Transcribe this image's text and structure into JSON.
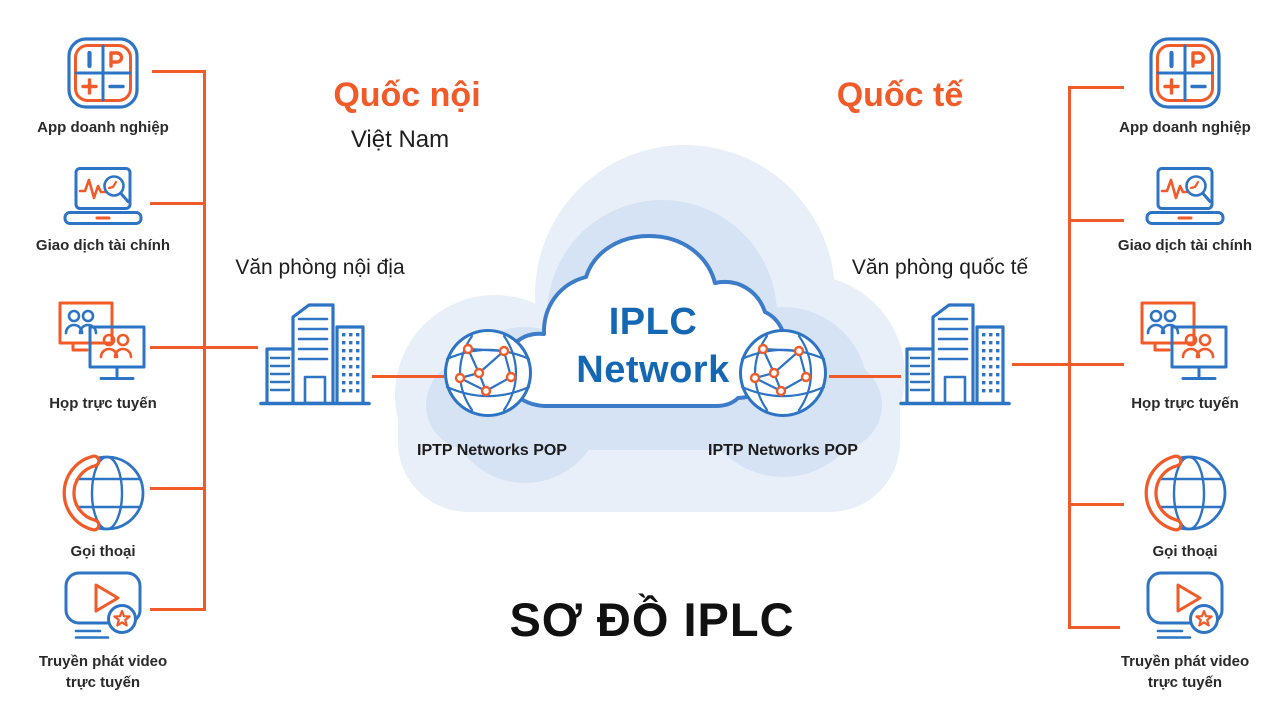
{
  "diagram_title": "SƠ ĐỒ IPLC",
  "left_region": {
    "heading": "Quốc nội",
    "subheading": "Việt Nam",
    "office": "Văn phòng nội địa",
    "pop": "IPTP Networks POP"
  },
  "right_region": {
    "heading": "Quốc tế",
    "office": "Văn phòng quốc tế",
    "pop": "IPTP Networks POP"
  },
  "cloud": {
    "name_line1": "IPLC",
    "name_line2": "Network"
  },
  "services": [
    {
      "label": "App doanh nghiệp",
      "icon": "ip-app-icon"
    },
    {
      "label": "Giao dịch tài chính",
      "icon": "finance-trading-icon"
    },
    {
      "label": "Họp trực tuyến",
      "icon": "online-meeting-icon"
    },
    {
      "label": "Gọi thoại",
      "icon": "voice-call-icon"
    },
    {
      "label": "Truyền phát video trực tuyến",
      "icon": "video-streaming-icon"
    }
  ],
  "colors": {
    "orange": "#F15A29",
    "blue": "#2E74C4",
    "cloud_border": "#3D7CC8",
    "cloud_text": "#1467B2",
    "cloud_light": "#E9EFF8",
    "cloud_mid": "#D6E3F4",
    "text_dark": "#1F1F1F"
  }
}
